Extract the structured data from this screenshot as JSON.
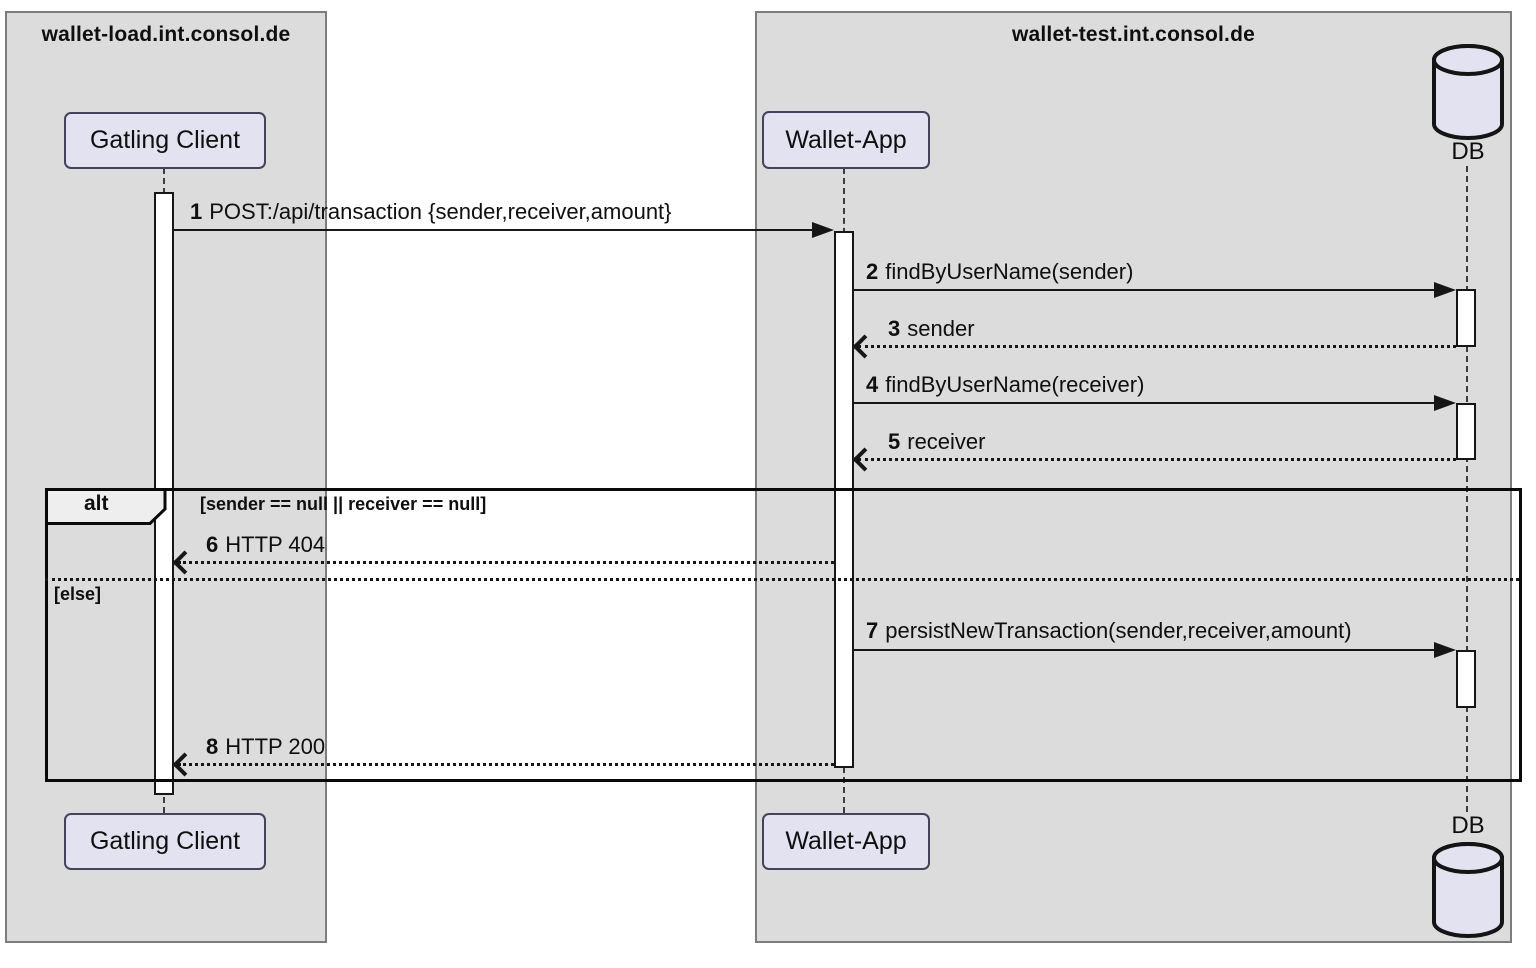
{
  "diagram": {
    "title_boxes": [
      {
        "title": "wallet-load.int.consol.de"
      },
      {
        "title": "wallet-test.int.consol.de"
      }
    ],
    "participants": [
      {
        "label": "Gatling Client",
        "type": "participant"
      },
      {
        "label": "Wallet-App",
        "type": "participant"
      },
      {
        "label": "DB",
        "type": "database"
      }
    ],
    "messages": [
      {
        "num": "1",
        "text": "POST:/api/transaction {sender,receiver,amount}",
        "from": "Gatling Client",
        "to": "Wallet-App",
        "style": "solid"
      },
      {
        "num": "2",
        "text": "findByUserName(sender)",
        "from": "Wallet-App",
        "to": "DB",
        "style": "solid"
      },
      {
        "num": "3",
        "text": "sender",
        "from": "DB",
        "to": "Wallet-App",
        "style": "return"
      },
      {
        "num": "4",
        "text": "findByUserName(receiver)",
        "from": "Wallet-App",
        "to": "DB",
        "style": "solid"
      },
      {
        "num": "5",
        "text": "receiver",
        "from": "DB",
        "to": "Wallet-App",
        "style": "return"
      },
      {
        "num": "6",
        "text": "HTTP 404",
        "from": "Wallet-App",
        "to": "Gatling Client",
        "style": "return"
      },
      {
        "num": "7",
        "text": "persistNewTransaction(sender,receiver,amount)",
        "from": "Wallet-App",
        "to": "DB",
        "style": "solid"
      },
      {
        "num": "8",
        "text": "HTTP 200",
        "from": "Wallet-App",
        "to": "Gatling Client",
        "style": "return"
      }
    ],
    "alt_frame": {
      "operator": "alt",
      "condition": "[sender == null || receiver == null]",
      "else_label": "[else]"
    },
    "colors": {
      "box_background": "#dcdcdc",
      "participant_fill": "#e2e2f0",
      "activation_fill": "#ffffff",
      "line": "#161616"
    }
  }
}
